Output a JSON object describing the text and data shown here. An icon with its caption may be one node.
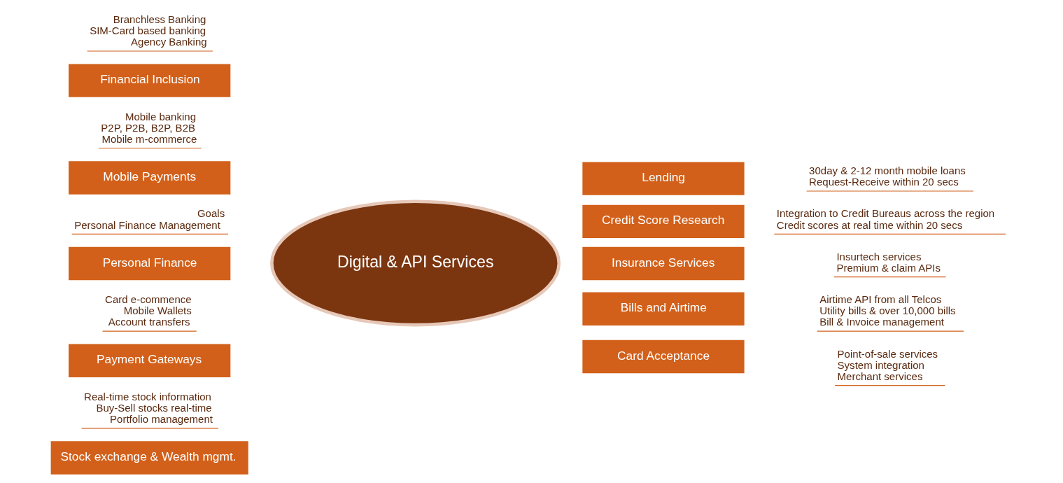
{
  "diagram": {
    "nodes": [
      {
        "text": [
          "Digital & API Services"
        ]
      },
      {
        "text": [
          "Financial Inclusion"
        ],
        "beside": [
          "Branchless Banking",
          "SIM-Card based banking",
          "Agency Banking"
        ]
      },
      {
        "text": [
          "Mobile Payments"
        ],
        "beside": [
          "Mobile banking",
          "P2P, P2B, B2P, B2B",
          "Mobile m-commerce"
        ]
      },
      {
        "text": [
          "Personal Finance"
        ],
        "beside": [
          "Goals",
          "Personal Finance Management"
        ]
      },
      {
        "text": [
          "Payment Gateways"
        ],
        "beside": [
          "Card e-commence",
          "Mobile Wallets",
          "Account transfers"
        ]
      },
      {
        "text": [
          "Stock exchange & Wealth mgmt."
        ],
        "beside": [
          "Real-time stock information",
          "Buy-Sell stocks real-time",
          "Portfolio management"
        ]
      },
      {
        "text": [
          "Lending"
        ],
        "beside": [
          "30day & 2-12 month mobile loans",
          "Request-Receive within 20 secs"
        ]
      },
      {
        "text": [
          "Credit Score Research"
        ],
        "beside": [
          "Integration to Credit Bureaus across the region",
          "Credit scores at real time within 20 secs"
        ]
      },
      {
        "text": [
          "Insurance Services"
        ],
        "beside": [
          "Insurtech services",
          "Premium & claim APIs"
        ]
      },
      {
        "text": [
          "Bills and Airtime"
        ],
        "beside": [
          "Airtime API from all Telcos",
          "Utility bills & over 10,000 bills",
          "Bill & Invoice management"
        ]
      },
      {
        "text": [
          "Card Acceptance"
        ],
        "beside": [
          "Point-of-sale services",
          "System integration",
          "Merchant services"
        ]
      }
    ]
  }
}
